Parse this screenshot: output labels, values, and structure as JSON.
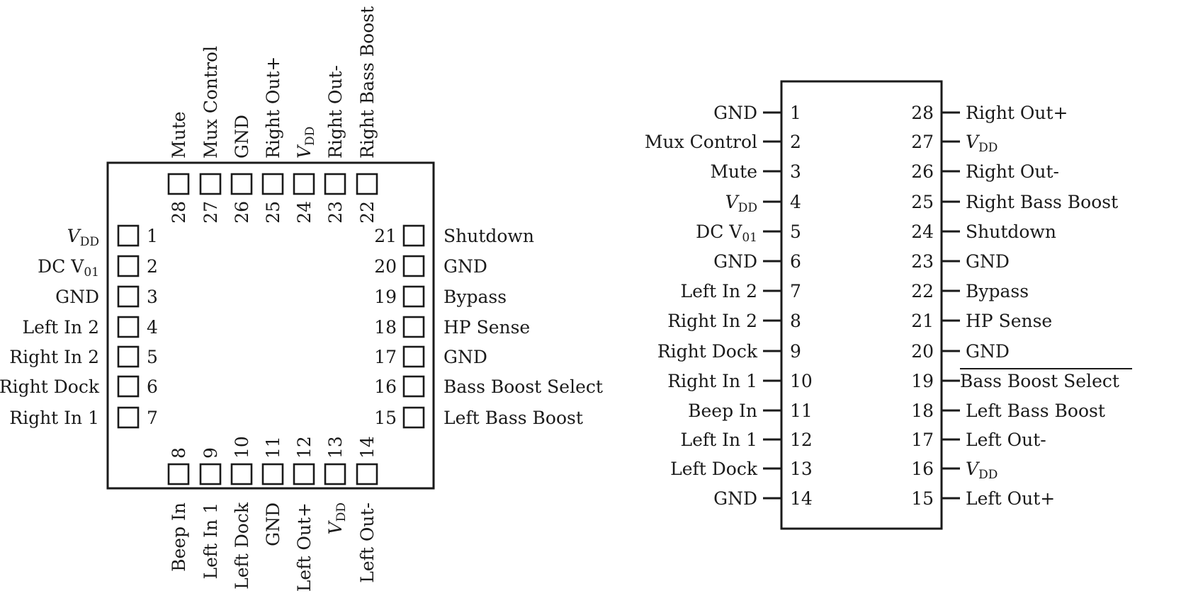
{
  "qfn_package": {
    "left_side": [
      {
        "num": "1",
        "label": "V",
        "sub": "DD",
        "italic": true
      },
      {
        "num": "2",
        "label": "DC V",
        "sub": "01",
        "italic": false
      },
      {
        "num": "3",
        "label": "GND"
      },
      {
        "num": "4",
        "label": "Left In 2"
      },
      {
        "num": "5",
        "label": "Right In 2"
      },
      {
        "num": "6",
        "label": "Right Dock"
      },
      {
        "num": "7",
        "label": "Right In 1"
      }
    ],
    "bottom_side": [
      {
        "num": "8",
        "label": "Beep In"
      },
      {
        "num": "9",
        "label": "Left In 1"
      },
      {
        "num": "10",
        "label": "Left Dock"
      },
      {
        "num": "11",
        "label": "GND"
      },
      {
        "num": "12",
        "label": "Left Out+"
      },
      {
        "num": "13",
        "label": "V",
        "sub": "DD",
        "italic": true
      },
      {
        "num": "14",
        "label": "Left Out-"
      }
    ],
    "right_side": [
      {
        "num": "21",
        "label": "Shutdown"
      },
      {
        "num": "20",
        "label": "GND"
      },
      {
        "num": "19",
        "label": "Bypass"
      },
      {
        "num": "18",
        "label": "HP Sense"
      },
      {
        "num": "17",
        "label": "GND"
      },
      {
        "num": "16",
        "label": "Bass Boost Select"
      },
      {
        "num": "15",
        "label": "Left Bass Boost"
      }
    ],
    "top_side": [
      {
        "num": "28",
        "label": "Mute"
      },
      {
        "num": "27",
        "label": "Mux Control"
      },
      {
        "num": "26",
        "label": "GND"
      },
      {
        "num": "25",
        "label": "Right Out+"
      },
      {
        "num": "24",
        "label": "V",
        "sub": "DD",
        "italic": true
      },
      {
        "num": "23",
        "label": "Right Out-"
      },
      {
        "num": "22",
        "label": "Right Bass Boost"
      }
    ]
  },
  "dip_package": {
    "left_side": [
      {
        "num": "1",
        "label": "GND"
      },
      {
        "num": "2",
        "label": "Mux Control"
      },
      {
        "num": "3",
        "label": "Mute"
      },
      {
        "num": "4",
        "label": "V",
        "sub": "DD",
        "italic": true
      },
      {
        "num": "5",
        "label": "DC V",
        "sub": "01",
        "italic": false
      },
      {
        "num": "6",
        "label": "GND"
      },
      {
        "num": "7",
        "label": "Left In 2"
      },
      {
        "num": "8",
        "label": "Right In 2"
      },
      {
        "num": "9",
        "label": "Right Dock"
      },
      {
        "num": "10",
        "label": "Right In 1"
      },
      {
        "num": "11",
        "label": "Beep In"
      },
      {
        "num": "12",
        "label": "Left In 1"
      },
      {
        "num": "13",
        "label": "Left Dock"
      },
      {
        "num": "14",
        "label": "GND"
      }
    ],
    "right_side": [
      {
        "num": "28",
        "label": "Right Out+"
      },
      {
        "num": "27",
        "label": "V",
        "sub": "DD",
        "italic": true
      },
      {
        "num": "26",
        "label": "Right Out-"
      },
      {
        "num": "25",
        "label": "Right Bass Boost"
      },
      {
        "num": "24",
        "label": "Shutdown"
      },
      {
        "num": "23",
        "label": "GND"
      },
      {
        "num": "22",
        "label": "Bypass"
      },
      {
        "num": "21",
        "label": "HP Sense"
      },
      {
        "num": "20",
        "label": "GND"
      },
      {
        "num": "19",
        "label": "Bass Boost Select",
        "overline": true
      },
      {
        "num": "18",
        "label": "Left Bass Boost"
      },
      {
        "num": "17",
        "label": "Left Out-"
      },
      {
        "num": "16",
        "label": "V",
        "sub": "DD",
        "italic": true
      },
      {
        "num": "15",
        "label": "Left Out+"
      }
    ]
  }
}
